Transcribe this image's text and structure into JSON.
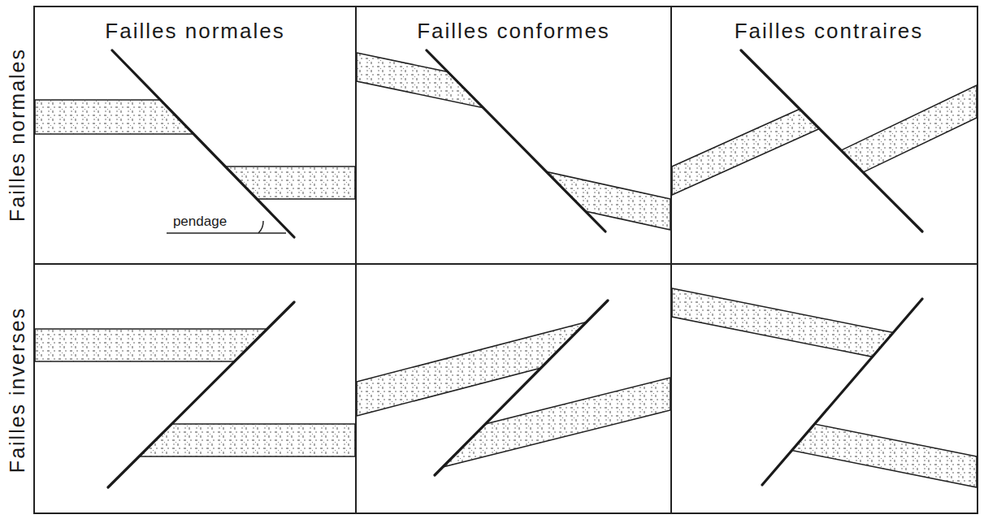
{
  "diagram": {
    "labels": [
      "Failles normales",
      "Failles conformes",
      "Failles contraires",
      "Failles normales",
      "Failles inverses",
      "pendage"
    ]
  }
}
